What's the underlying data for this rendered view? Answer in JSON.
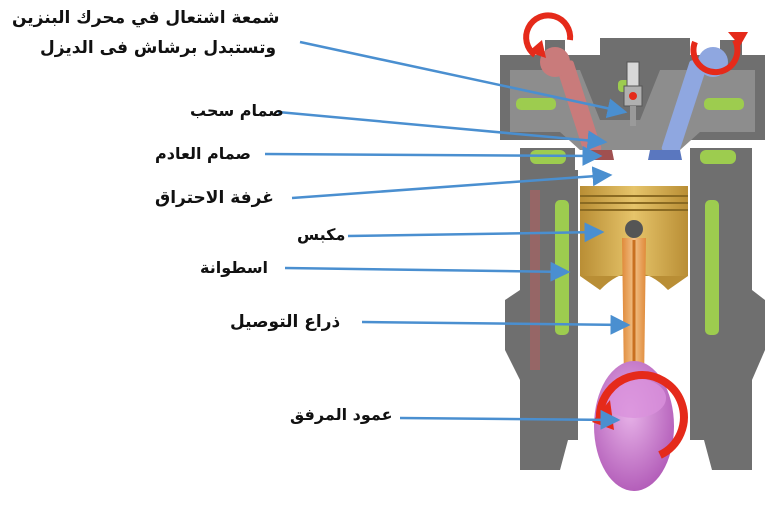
{
  "labels": {
    "spark_plug_line1": "شمعة اشتعال في محرك البنزين",
    "spark_plug_line2": "وتستبدل برشاش فى الديزل",
    "intake_valve": "صمام سحب",
    "exhaust_valve": "صمام العادم",
    "combustion_chamber": "غرفة الاحتراق",
    "piston": "مكبس",
    "cylinder": "اسطوانة",
    "connecting_rod": "ذراع التوصيل",
    "crankshaft": "عمود المرفق"
  },
  "colors": {
    "engine_block": "#6f6f6f",
    "coolant_channels": "#9dcc4f",
    "piston": "#cfa84a",
    "connecting_rod": "#e6a35c",
    "crankshaft": "#c47ac9",
    "intake_valve": "#c97b7b",
    "exhaust_valve": "#8fa7e0",
    "rotation_arrows": "#e52a1a",
    "leader_lines": "#4a8fd0"
  },
  "icons": [
    "rotation-arrow-icon",
    "spark-plug-icon"
  ]
}
